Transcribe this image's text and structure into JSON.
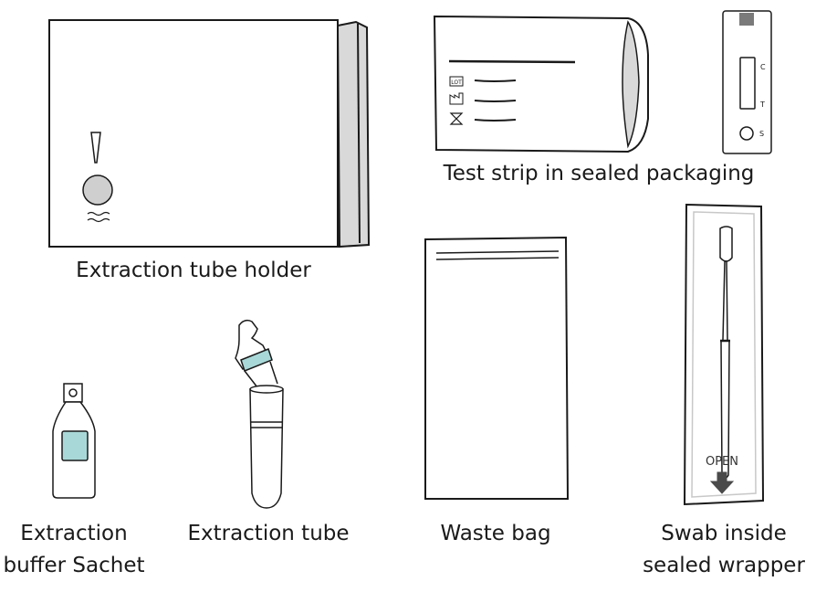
{
  "labels": {
    "tube_holder": "Extraction tube holder",
    "test_strip": "Test strip in sealed packaging",
    "buffer_line1": "Extraction",
    "buffer_line2": "buffer Sachet",
    "extraction_tube": "Extraction tube",
    "waste_bag": "Waste bag",
    "swab_line1": "Swab inside",
    "swab_line2": "sealed wrapper"
  },
  "markings": {
    "lot": "LOT",
    "window_c": "C",
    "window_t": "T",
    "well_s": "S",
    "open": "OPEN"
  },
  "colors": {
    "outline": "#1a1a1a",
    "liquid": "#a9d8d8",
    "flap": "#d9d9d9",
    "holder_circle": "#cfcfcf"
  }
}
